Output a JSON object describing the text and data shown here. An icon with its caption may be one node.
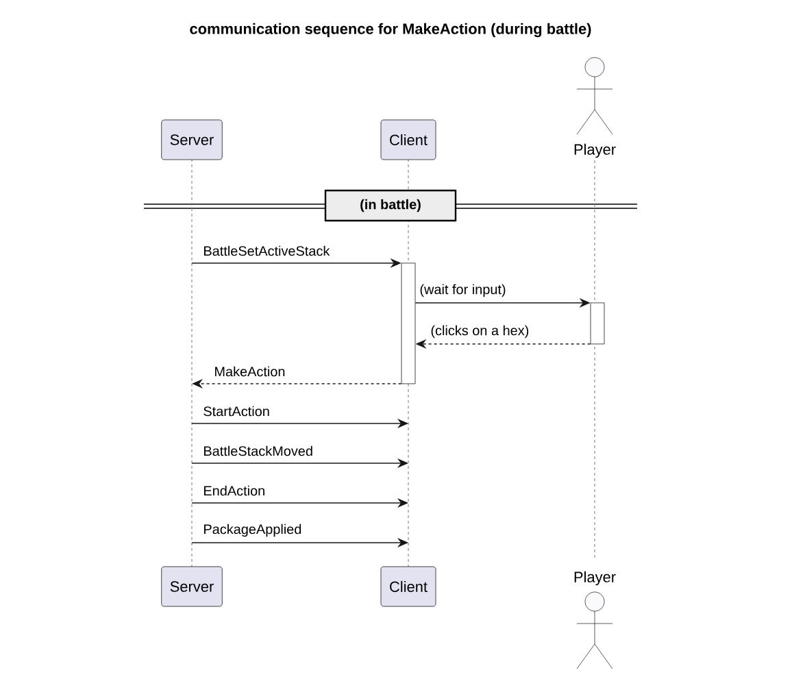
{
  "diagram": {
    "title": "communication sequence for MakeAction (during battle)",
    "nodes": [
      {
        "text": [
          "Server"
        ]
      },
      {
        "text": [
          "Client"
        ]
      },
      {
        "text": [
          "Player"
        ]
      },
      {
        "text": [
          "(in battle)"
        ]
      },
      {
        "text": [],
        "shape": "bar",
        "in": 1
      },
      {
        "text": [],
        "shape": "bar",
        "in": 2
      },
      {
        "text": [
          "Server"
        ]
      },
      {
        "text": [
          "Client"
        ]
      },
      {
        "text": [
          "Player"
        ]
      }
    ],
    "edges": [
      {
        "from": 0,
        "to": 4,
        "arrow": "to",
        "label": "BattleSetActiveStack"
      },
      {
        "from": 4,
        "to": 5,
        "arrow": "to",
        "label": "(wait for input)"
      },
      {
        "from": 5,
        "to": 4,
        "arrow": "to",
        "label": "(clicks on a hex)",
        "style": "dashed"
      },
      {
        "from": 4,
        "to": 0,
        "arrow": "to",
        "label": "MakeAction",
        "style": "dashed"
      },
      {
        "from": 0,
        "to": 1,
        "arrow": "to",
        "label": "StartAction"
      },
      {
        "from": 0,
        "to": 1,
        "arrow": "to",
        "label": "BattleStackMoved"
      },
      {
        "from": 0,
        "to": 1,
        "arrow": "to",
        "label": "EndAction"
      },
      {
        "from": 0,
        "to": 1,
        "arrow": "to",
        "label": "PackageApplied"
      }
    ]
  }
}
